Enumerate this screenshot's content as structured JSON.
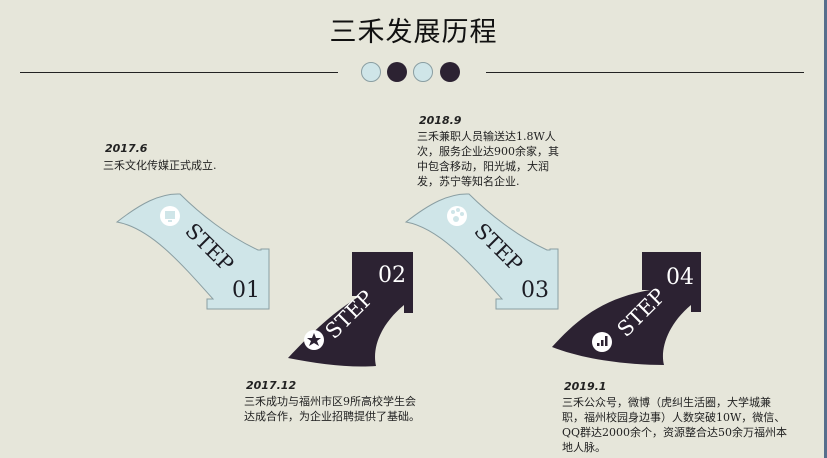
{
  "header": {
    "title": "三禾发展历程",
    "dots": [
      "light",
      "dark",
      "light",
      "dark"
    ]
  },
  "colors": {
    "background": "#e6e6da",
    "light_step": "#cfe5e8",
    "dark_step": "#2c2232",
    "rule": "#222222"
  },
  "steps": [
    {
      "word": "STEP",
      "number": "01",
      "style": "light",
      "icon": "monitor-icon",
      "date": "2017.6",
      "description": [
        "三禾文化传媒正式成立."
      ]
    },
    {
      "word": "STEP",
      "number": "02",
      "style": "dark",
      "icon": "flower-icon",
      "date": "2017.12",
      "description": [
        "三禾成功与福州市区9所高校学生会",
        "达成合作，为企业招聘提供了基础。"
      ]
    },
    {
      "word": "STEP",
      "number": "03",
      "style": "light",
      "icon": "paw-icon",
      "date": "2018.9",
      "description": [
        "三禾兼职人员输送达1.8W人",
        "次，服务企业达900余家，其",
        "中包含移动，阳光城，大润",
        "发，苏宁等知名企业."
      ]
    },
    {
      "word": "STEP",
      "number": "04",
      "style": "dark",
      "icon": "bar-chart-icon",
      "date": "2019.1",
      "description": [
        "三禾公众号，微博（虎纠生活圈，大学城兼",
        "职，福州校园身边事）人数突破10W，微信、",
        "QQ群达2000余个，资源整合达50余万福州本",
        "地人脉。"
      ]
    }
  ]
}
